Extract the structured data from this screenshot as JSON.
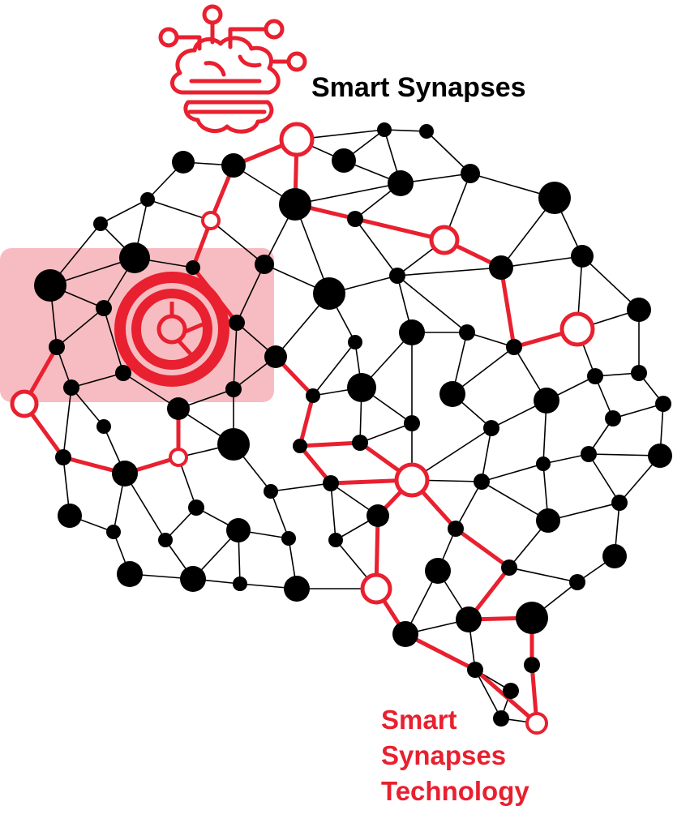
{
  "header": {
    "title": "Smart Synapses"
  },
  "footer": {
    "lines": [
      "Smart",
      "Synapses",
      "Technology"
    ]
  },
  "colors": {
    "accent": "#e8202f",
    "node": "#000000",
    "highlight": "#f4a6ac",
    "background": "#ffffff"
  },
  "icons": {
    "logo": "brain-circuit-icon",
    "focus": "target-ring-icon"
  }
}
